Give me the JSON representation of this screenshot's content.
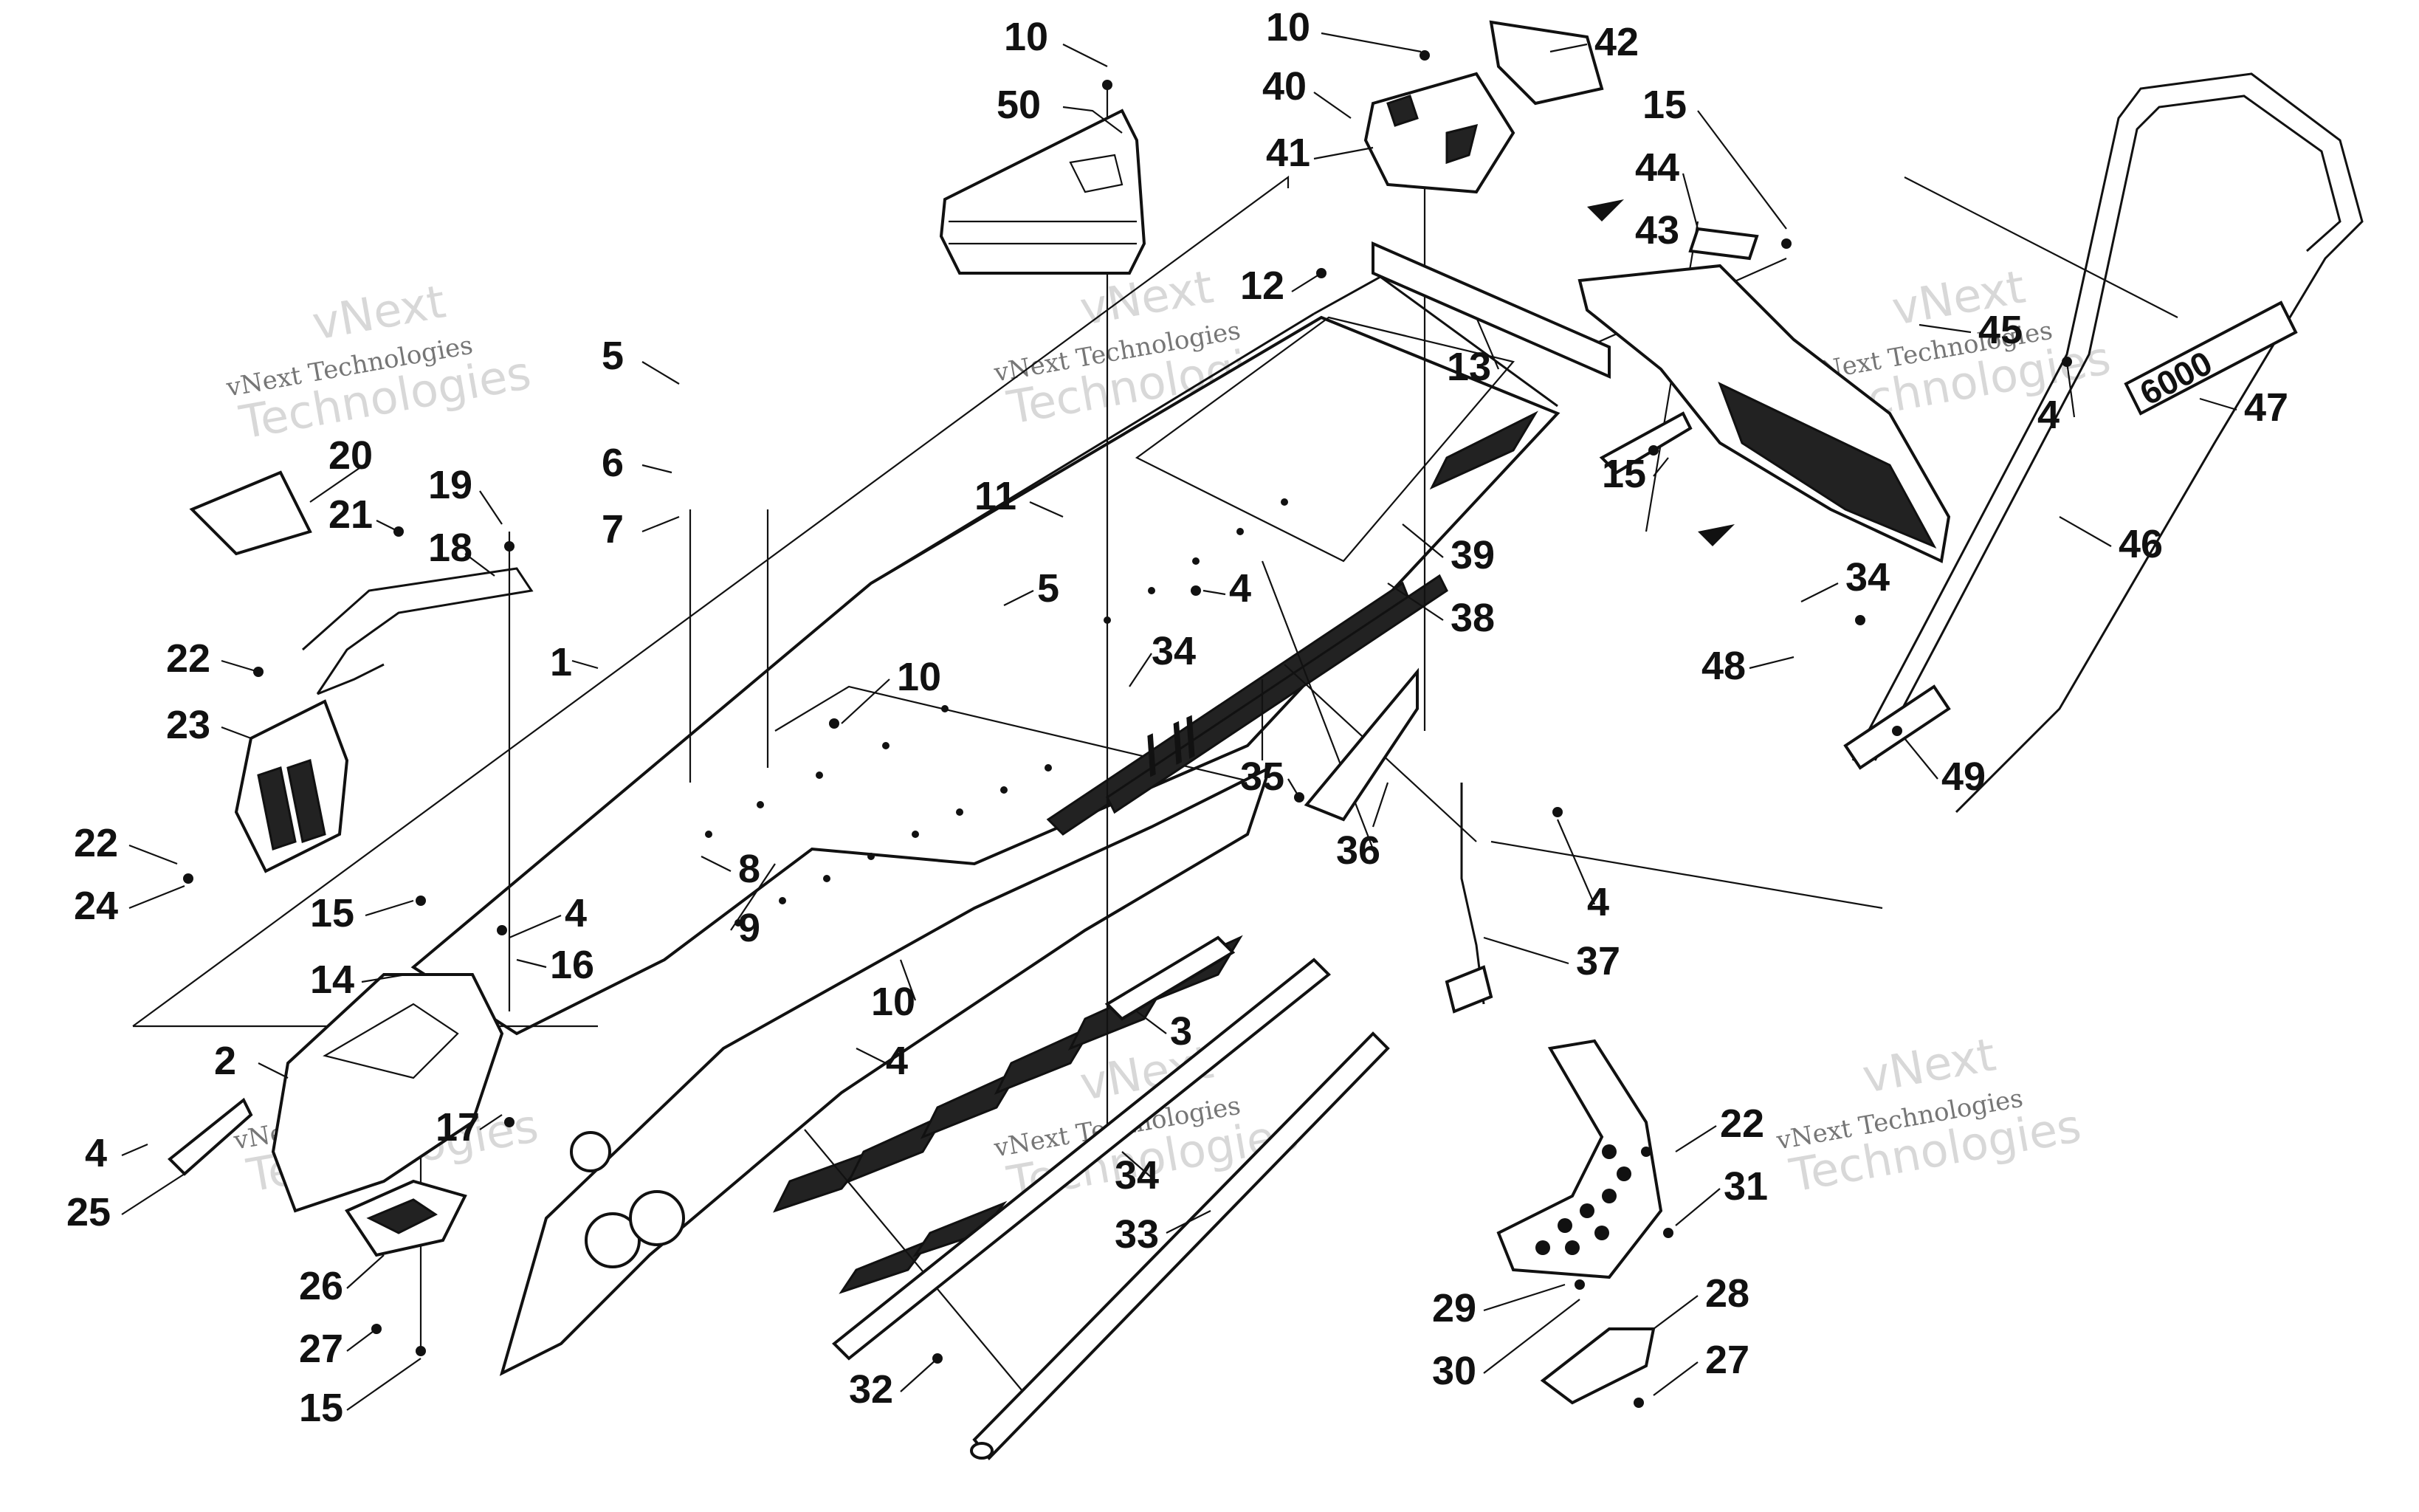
{
  "diagram": {
    "watermarks": [
      {
        "brand": "vNext",
        "sub": "Technologies",
        "line": "vNext Technologies"
      }
    ],
    "callouts": [
      {
        "id": "c-10a",
        "text": "10"
      },
      {
        "id": "c-50",
        "text": "50"
      },
      {
        "id": "c-10b",
        "text": "10"
      },
      {
        "id": "c-42",
        "text": "42"
      },
      {
        "id": "c-40",
        "text": "40"
      },
      {
        "id": "c-41",
        "text": "41"
      },
      {
        "id": "c-15a",
        "text": "15"
      },
      {
        "id": "c-44",
        "text": "44"
      },
      {
        "id": "c-43",
        "text": "43"
      },
      {
        "id": "c-12",
        "text": "12"
      },
      {
        "id": "c-13",
        "text": "13"
      },
      {
        "id": "c-45",
        "text": "45"
      },
      {
        "id": "c-4a",
        "text": "4"
      },
      {
        "id": "c-47",
        "text": "47"
      },
      {
        "id": "c-15b",
        "text": "15"
      },
      {
        "id": "c-5a",
        "text": "5"
      },
      {
        "id": "c-6",
        "text": "6"
      },
      {
        "id": "c-7",
        "text": "7"
      },
      {
        "id": "c-20",
        "text": "20"
      },
      {
        "id": "c-21",
        "text": "21"
      },
      {
        "id": "c-19",
        "text": "19"
      },
      {
        "id": "c-18",
        "text": "18"
      },
      {
        "id": "c-11",
        "text": "11"
      },
      {
        "id": "c-39",
        "text": "39"
      },
      {
        "id": "c-38",
        "text": "38"
      },
      {
        "id": "c-46",
        "text": "46"
      },
      {
        "id": "c-5b",
        "text": "5"
      },
      {
        "id": "c-4b",
        "text": "4"
      },
      {
        "id": "c-34a",
        "text": "34"
      },
      {
        "id": "c-48",
        "text": "48"
      },
      {
        "id": "c-1",
        "text": "1"
      },
      {
        "id": "c-22a",
        "text": "22"
      },
      {
        "id": "c-10c",
        "text": "10"
      },
      {
        "id": "c-34b",
        "text": "34"
      },
      {
        "id": "c-23",
        "text": "23"
      },
      {
        "id": "c-49",
        "text": "49"
      },
      {
        "id": "c-35",
        "text": "35"
      },
      {
        "id": "c-36",
        "text": "36"
      },
      {
        "id": "c-22b",
        "text": "22"
      },
      {
        "id": "c-8",
        "text": "8"
      },
      {
        "id": "c-24",
        "text": "24"
      },
      {
        "id": "c-4c",
        "text": "4"
      },
      {
        "id": "c-15c",
        "text": "15"
      },
      {
        "id": "c-9",
        "text": "9"
      },
      {
        "id": "c-4d",
        "text": "4"
      },
      {
        "id": "c-16",
        "text": "16"
      },
      {
        "id": "c-37",
        "text": "37"
      },
      {
        "id": "c-14",
        "text": "14"
      },
      {
        "id": "c-10d",
        "text": "10"
      },
      {
        "id": "c-3",
        "text": "3"
      },
      {
        "id": "c-2",
        "text": "2"
      },
      {
        "id": "c-4e",
        "text": "4"
      },
      {
        "id": "c-22c",
        "text": "22"
      },
      {
        "id": "c-17",
        "text": "17"
      },
      {
        "id": "c-4f",
        "text": "4"
      },
      {
        "id": "c-34c",
        "text": "34"
      },
      {
        "id": "c-31",
        "text": "31"
      },
      {
        "id": "c-25",
        "text": "25"
      },
      {
        "id": "c-33",
        "text": "33"
      },
      {
        "id": "c-26",
        "text": "26"
      },
      {
        "id": "c-28",
        "text": "28"
      },
      {
        "id": "c-29",
        "text": "29"
      },
      {
        "id": "c-27a",
        "text": "27"
      },
      {
        "id": "c-30",
        "text": "30"
      },
      {
        "id": "c-27b",
        "text": "27"
      },
      {
        "id": "c-15d",
        "text": "15"
      },
      {
        "id": "c-32",
        "text": "32"
      }
    ]
  }
}
